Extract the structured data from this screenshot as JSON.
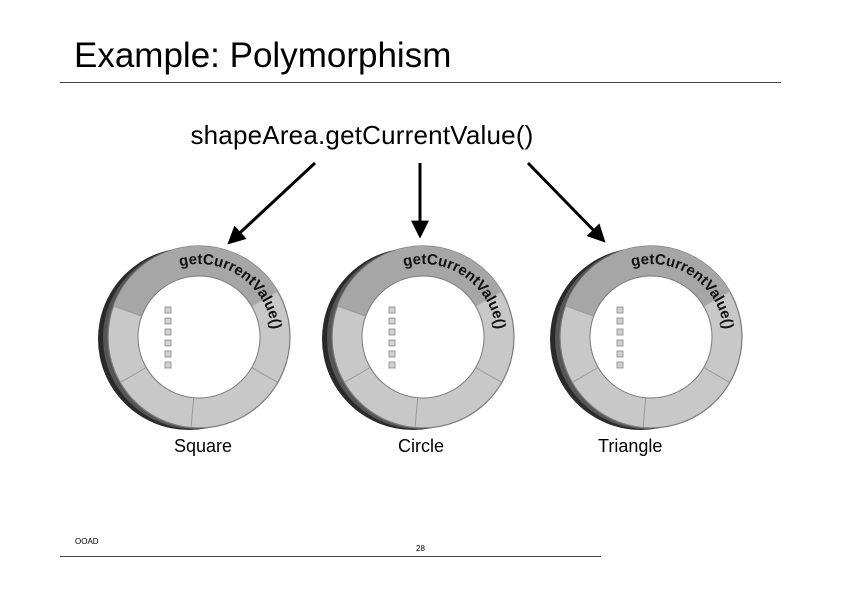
{
  "slide": {
    "title": "Example: Polymorphism",
    "call_expression": "shapeArea.getCurrentValue()"
  },
  "shapes": [
    {
      "name": "Square",
      "ring_text": "getCurrentValue()"
    },
    {
      "name": "Circle",
      "ring_text": "getCurrentValue()"
    },
    {
      "name": "Triangle",
      "ring_text": "getCurrentValue()"
    }
  ],
  "footer": {
    "course": "OOAD",
    "page_number": "28"
  },
  "colors": {
    "ring_light": "#c8c8c8",
    "ring_mid": "#a6a6a6",
    "ring_dark": "#2a2a2a",
    "dial_border": "#7a7a7a",
    "arrow": "#000000"
  }
}
